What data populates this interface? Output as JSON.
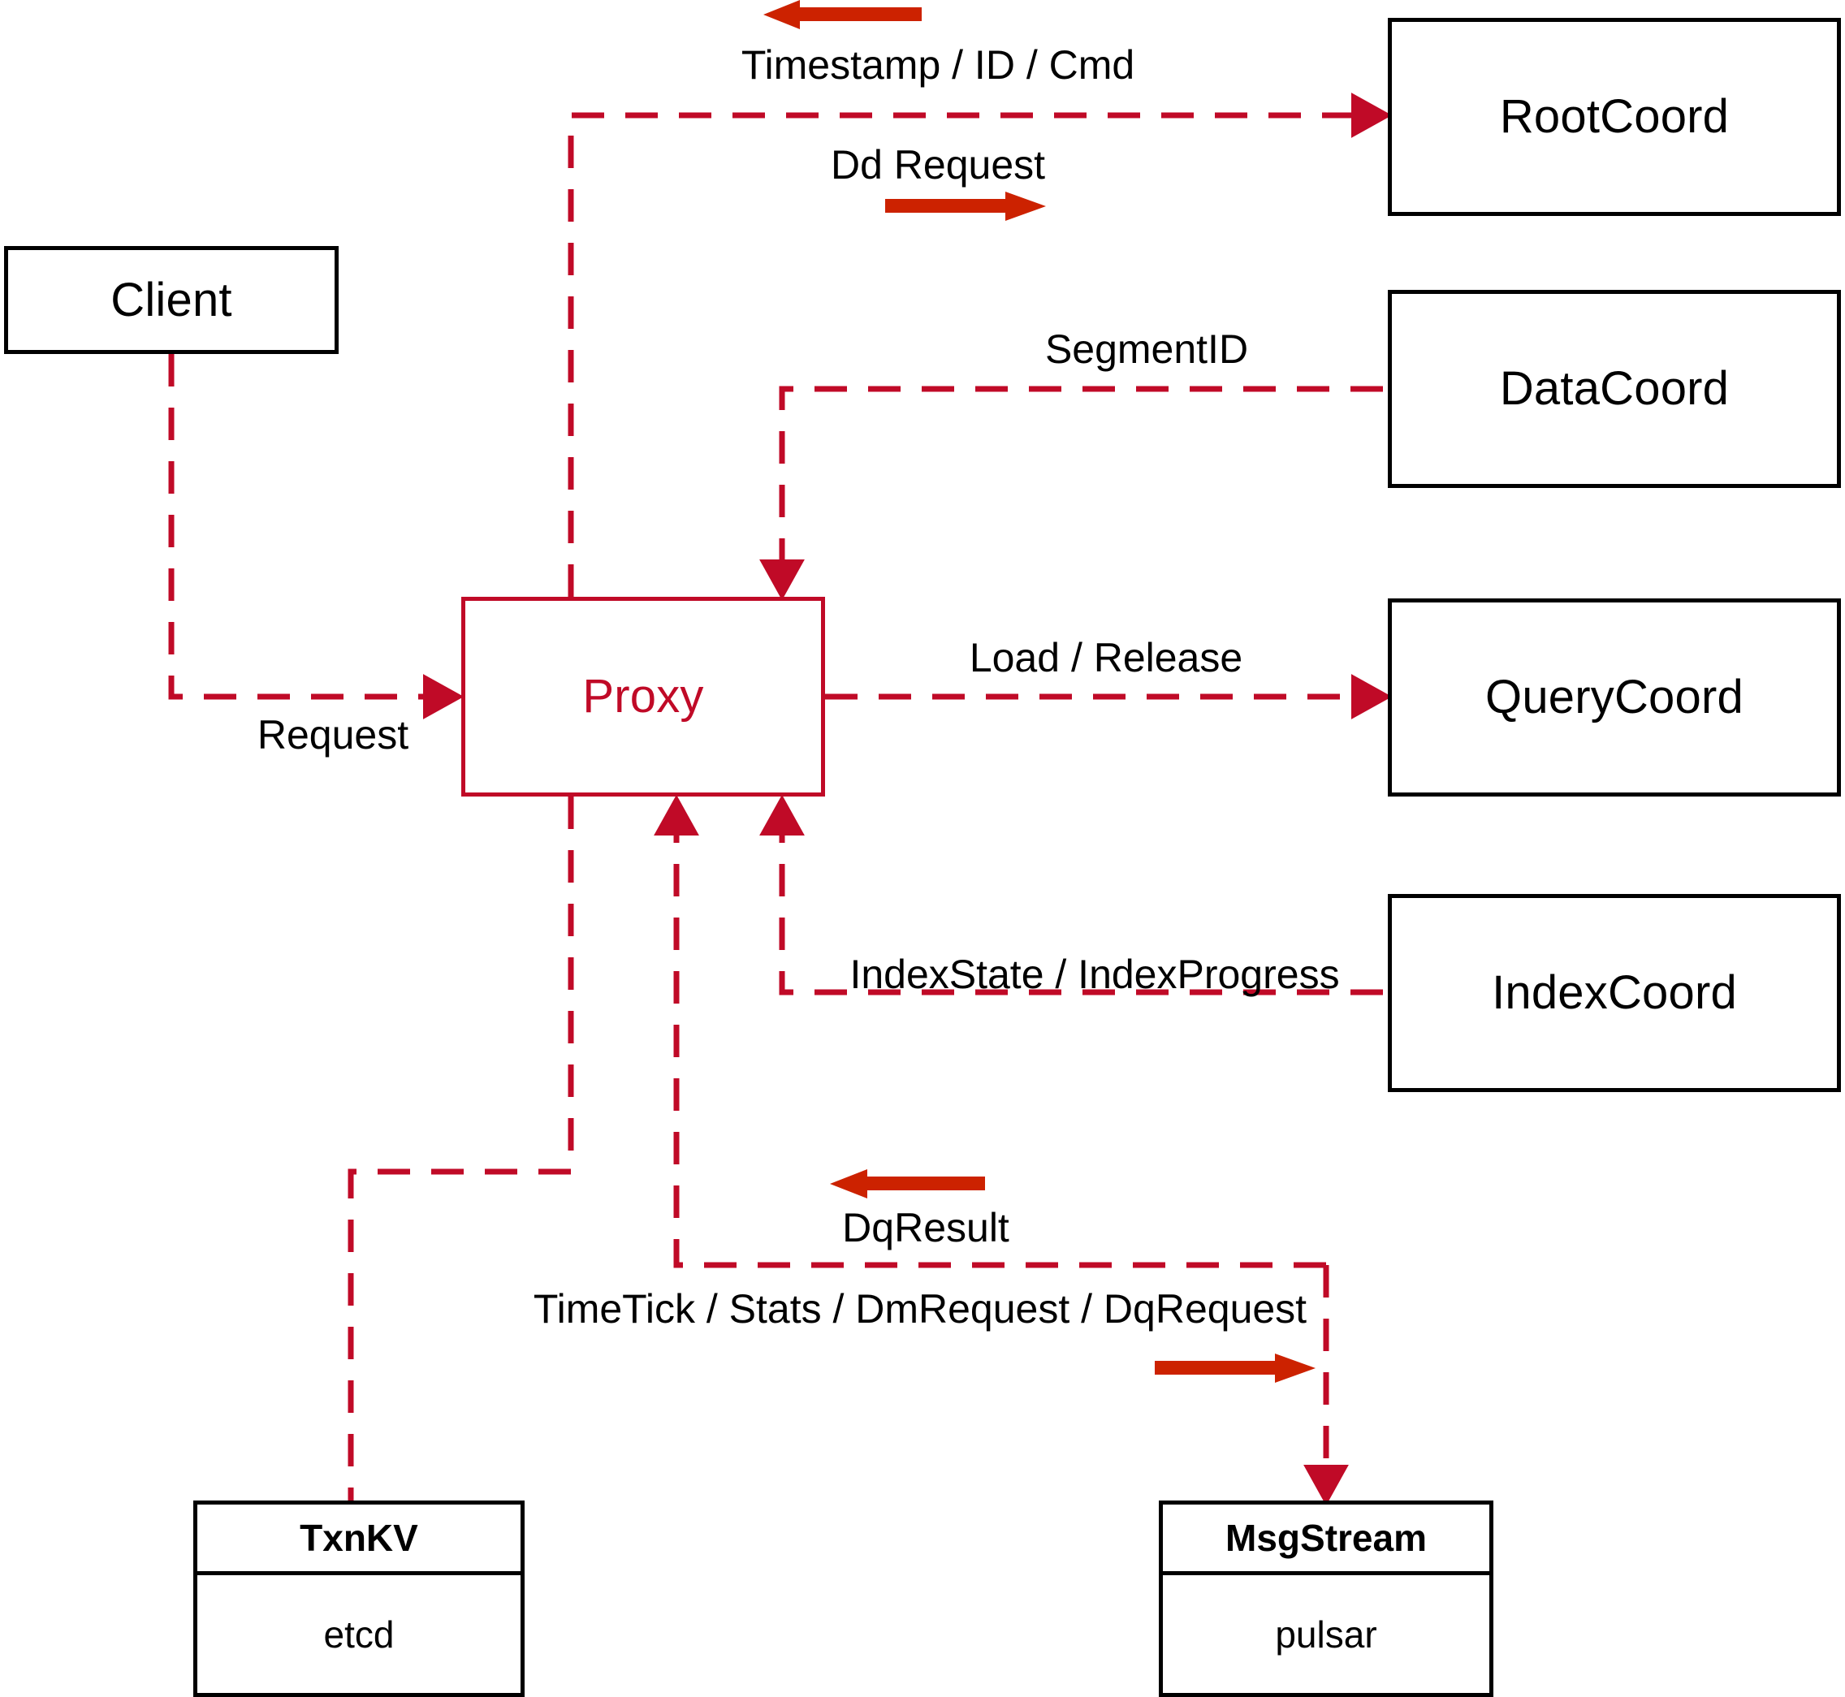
{
  "diagram": {
    "title": "Milvus Proxy interaction diagram",
    "colors": {
      "dashed_line": "#C00A27",
      "bold_arrow": "#CC2200",
      "node_border": "#000000",
      "proxy_border": "#C00A27",
      "proxy_text": "#C00A27",
      "background": "#FFFFFF"
    }
  },
  "nodes": {
    "client": {
      "label": "Client"
    },
    "proxy": {
      "label": "Proxy"
    },
    "root_coord": {
      "label": "RootCoord"
    },
    "data_coord": {
      "label": "DataCoord"
    },
    "query_coord": {
      "label": "QueryCoord"
    },
    "index_coord": {
      "label": "IndexCoord"
    },
    "txnkv": {
      "header": "TxnKV",
      "body": "etcd"
    },
    "msgstream": {
      "header": "MsgStream",
      "body": "pulsar"
    }
  },
  "edge_labels": {
    "timestamp_id_cmd": "Timestamp / ID / Cmd",
    "dd_request": "Dd Request",
    "segment_id": "SegmentID",
    "request": "Request",
    "load_release": "Load / Release",
    "index_state_progress": "IndexState / IndexProgress",
    "dq_result": "DqResult",
    "timetick_stats_dm_dq": "TimeTick / Stats / DmRequest / DqRequest"
  },
  "direction_arrows": [
    {
      "name": "timestamp-id-cmd-direction",
      "points": "left"
    },
    {
      "name": "dd-request-direction",
      "points": "right"
    },
    {
      "name": "dq-result-direction",
      "points": "left"
    },
    {
      "name": "timetick-stats-direction",
      "points": "right"
    }
  ]
}
